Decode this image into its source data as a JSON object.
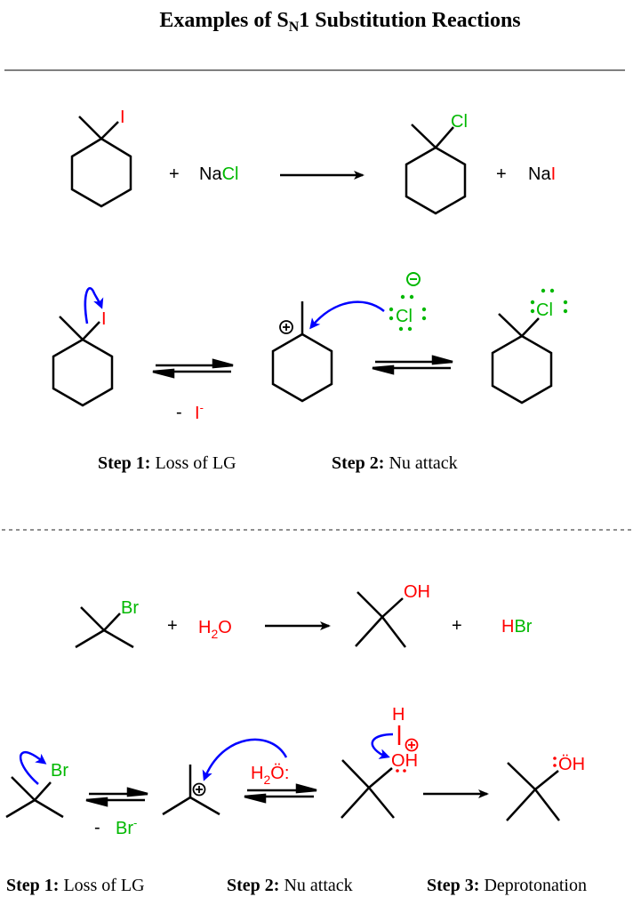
{
  "title": {
    "prefix": "Examples of S",
    "subscript": "N",
    "suffix": "1 Substitution Reactions"
  },
  "colors": {
    "bond": "#000000",
    "iodine": "#ff0000",
    "chlorine": "#00b800",
    "bromine": "#00b800",
    "oxygen": "#ff0000",
    "arrow_mechanism": "#0000ff",
    "divider_solid": "#808080",
    "divider_dashed": "#909090"
  },
  "reaction1": {
    "overall": {
      "reactant_substituent": "I",
      "plus1": "+",
      "reagent_na": "Na",
      "reagent_cl": "Cl",
      "product_substituent": "Cl",
      "plus2": "+",
      "byproduct_na": "Na",
      "byproduct_i": "I"
    },
    "mechanism": {
      "reactant_substituent": "I",
      "leaving_minus": "-",
      "leaving_group": "I",
      "leaving_charge": "-",
      "carbocation_charge": "⊕",
      "nucleophile": "Cl",
      "nucleophile_charge": "⊖",
      "product_substituent": "Cl"
    },
    "steps": [
      {
        "label": "Step 1:",
        "text": " Loss of LG"
      },
      {
        "label": "Step 2:",
        "text": " Nu attack"
      }
    ]
  },
  "reaction2": {
    "overall": {
      "reactant_substituent": "Br",
      "plus1": "+",
      "reagent_h": "H",
      "reagent_sub": "2",
      "reagent_o": "O",
      "product_substituent": "OH",
      "plus2": "+",
      "byproduct_h": "H",
      "byproduct_br": "Br"
    },
    "mechanism": {
      "reactant_substituent": "Br",
      "leaving_minus": "-",
      "leaving_group": "Br",
      "leaving_charge": "-",
      "carbocation_charge": "⊕",
      "water_h": "H",
      "water_sub": "2",
      "water_o": "Ö",
      "water_colon": ":",
      "oxonium_h_top": "H",
      "oxonium_o": "O",
      "oxonium_h": "H",
      "oxonium_charge": "⊕",
      "product_o": "Ö",
      "product_h": "H",
      "product_colon": ":"
    },
    "steps": [
      {
        "label": "Step 1:",
        "text": " Loss of LG"
      },
      {
        "label": "Step 2:",
        "text": " Nu attack"
      },
      {
        "label": "Step 3:",
        "text": " Deprotonation"
      }
    ]
  }
}
